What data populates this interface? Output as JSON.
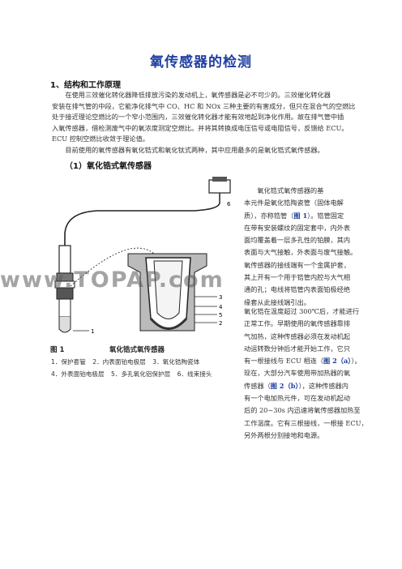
{
  "title": "氧传感器的检测",
  "section1": {
    "heading": "1、结构和工作原理",
    "para1_lines": [
      "　　在使用三效催化转化器降低排放污染的发动机上，氧传感器是必不可少的。三效催化转化器",
      "安装在排气管的中段，它能净化排气中 CO、HC 和 NOx 三种主要的有害成分，但只在混合气的空燃比",
      "处于接近理论空燃比的一个窄小范围内，三效催化转化器才能有效地起到净化作用。故在排气管中插",
      "入氧传感器，借检测废气中的氧浓度测定空燃比。并将其转换成电压信号或电阻信号，反馈给 ECU。",
      "ECU 控制空燃比收敛于理论值。"
    ],
    "para2": "　　目前使用的氧传感器有氧化锆式和氧化钛式两种，其中应用最多的是氧化锆式氧传感器。"
  },
  "subsection": {
    "heading": "（1）氧化锆式氧传感器"
  },
  "right_col": {
    "r1_lines": [
      "　　氧化锆式氧传感器的基",
      "本元件是氧化锆陶瓷管（固体电解",
      "质），亦称锆管（",
      "在带有安装螺纹的固定套中，内外表",
      "面均覆盖着一层多孔性的铂膜，其内",
      "表面与大气接触，外表面与废气接触。",
      "氧传感器的接线端有一个金属护套，",
      "其上开有一个用于锆管内腔与大气相",
      "通的孔；电线将锆管内表面铂极经绝",
      "缘套从此接线端引出。"
    ],
    "fig1_ref": "图 1",
    "r1_after_ref": "）。锆管固定",
    "r2_lines": [
      "氧化锆在温度超过 300℃后，才能进行",
      "正常工作。早期使用的氧传感器靠排",
      "气加热，这种传感器必须在发动机起",
      "动运转数分钟后才能开始工作，它只",
      "有一根接线与 ECU 相连（",
      "现在，大部分汽车使用带加热器的氧",
      "传感器（",
      "有一个电加热元件，可在发动机起动",
      "后的 20~30s 内迅速将氧传感器加热至",
      "工作温度。它有三根接线，一根接 ECU，",
      "另外两根分别接地和电源。"
    ],
    "fig2a_ref": "图 2（a）",
    "r2_after_2a": "）。",
    "fig2b_ref": "图 2（b）",
    "r2_after_2b": "），这种传感器内"
  },
  "figure": {
    "watermark": "www.TOPAP.com",
    "caption_no": "图 1",
    "caption": "氧化锆式氧传感器",
    "legend_row1": [
      "1．保护套管",
      "2．内表面铂电极层",
      "3．氧化锆陶瓷体"
    ],
    "legend_row2": [
      "4．外表面铂电极层",
      "5．多孔氧化铝保护层",
      "6．线束接头"
    ],
    "callouts": [
      "1",
      "2",
      "3",
      "4",
      "5",
      "6"
    ]
  }
}
